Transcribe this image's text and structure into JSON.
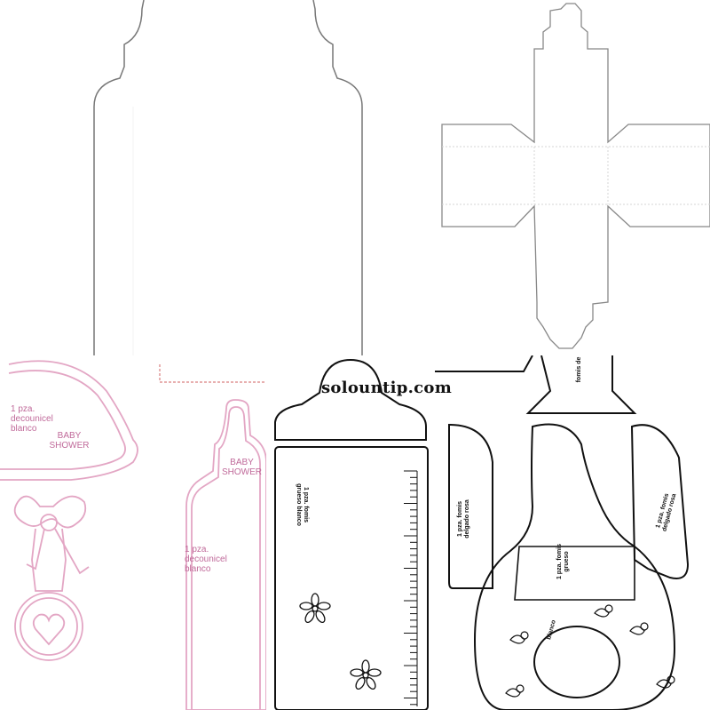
{
  "watermark": "solountip.com",
  "pink_templates": {
    "rattle_qty": "1 pza.\ndecounicel\nblanco",
    "rattle_title": "BABY\nSHOWER",
    "bottle_title": "BABY\nSHOWER",
    "bottle_qty": "1 pza.\ndecounicel\nblanco"
  },
  "foam_templates": {
    "bottle_label": "1 pza.\nfomis grueso\nblanco",
    "strip_left": "1 pza.\nfomis delgado\nrosa",
    "strip_right": "1 pza.\nfomis delgado\nrosa",
    "ring_band": "1 pza. fomis\ngrueso",
    "ring_color": "blanco",
    "top_fragment": "fomis\nde"
  },
  "colors": {
    "pink": "#e3a6c4",
    "pink_text": "#c06a9a",
    "outline": "#111111"
  }
}
